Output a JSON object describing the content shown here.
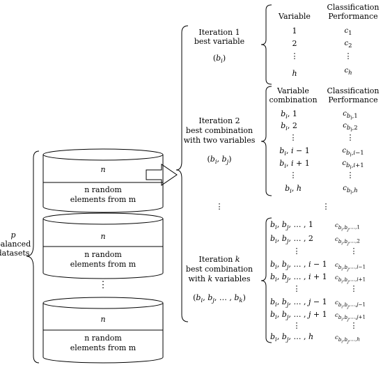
{
  "cylinder": {
    "top_label": "n",
    "bottom_line1": "n random",
    "bottom_line2": "elements from m",
    "vdots": "⋮"
  },
  "left_brace_label": [
    "p",
    "balanced",
    "datasets"
  ],
  "iter1": {
    "title_line1": "Iteration 1",
    "title_line2": "best variable",
    "tuple": "(b_i)",
    "col1_header": "Variable",
    "col2_header_line1": "Classification",
    "col2_header_line2": "Performance",
    "rows": [
      {
        "var": "1",
        "perf": "c_1"
      },
      {
        "var": "2",
        "perf": "c_2"
      },
      {
        "var": "⋮",
        "perf": "⋮"
      },
      {
        "var": "h",
        "perf": "c_h"
      }
    ]
  },
  "iter2": {
    "title_line1": "Iteration 2",
    "title_line2": "best combination",
    "title_line3": "with two variables",
    "tuple": "(b_i, b_j)",
    "col1_header_line1": "Variable",
    "col1_header_line2": "combination",
    "col2_header_line1": "Classification",
    "col2_header_line2": "Performance",
    "rows": [
      {
        "var": "b_i, 1",
        "perf": "c_{b_i,1}"
      },
      {
        "var": "b_i, 2",
        "perf": "c_{b_i,2}"
      },
      {
        "var": "⋮",
        "perf": "⋮"
      },
      {
        "var": "b_i, i − 1",
        "perf": "c_{b_i,i−1}"
      },
      {
        "var": "b_i, i + 1",
        "perf": "c_{b_i,i+1}"
      },
      {
        "var": "⋮",
        "perf": "⋮"
      },
      {
        "var": "b_i, h",
        "perf": "c_{b_i,h}"
      }
    ]
  },
  "middle_dots": "⋮",
  "iterk": {
    "title_line1": "Iteration k",
    "title_line2": "best combination",
    "title_line3": "with k variables",
    "tuple": "(b_i, b_j, … , b_k)",
    "rows": [
      {
        "var": "b_i, b_j, …, 1",
        "perf": "c_{b_i,b_j,…,1}"
      },
      {
        "var": "b_i, b_j, …, 2",
        "perf": "c_{b_i,b_j,…,2}"
      },
      {
        "var": "⋮",
        "perf": "⋮"
      },
      {
        "var": "b_i, b_j, …, i − 1",
        "perf": "c_{b_i,b_j,…,i−1}"
      },
      {
        "var": "b_i, b_j, …, i + 1",
        "perf": "c_{b_i,b_j,…,i+1}"
      },
      {
        "var": "⋮",
        "perf": "⋮"
      },
      {
        "var": "b_i, b_j, …, j − 1",
        "perf": "c_{b_i,b_j,…,j−1}"
      },
      {
        "var": "b_i, b_j, …, j + 1",
        "perf": "c_{b_i,b_j,…,j+1}"
      },
      {
        "var": "⋮",
        "perf": "⋮"
      },
      {
        "var": "b_i, b_j, …, h",
        "perf": "c_{b_i,b_j,…,h}"
      }
    ]
  }
}
